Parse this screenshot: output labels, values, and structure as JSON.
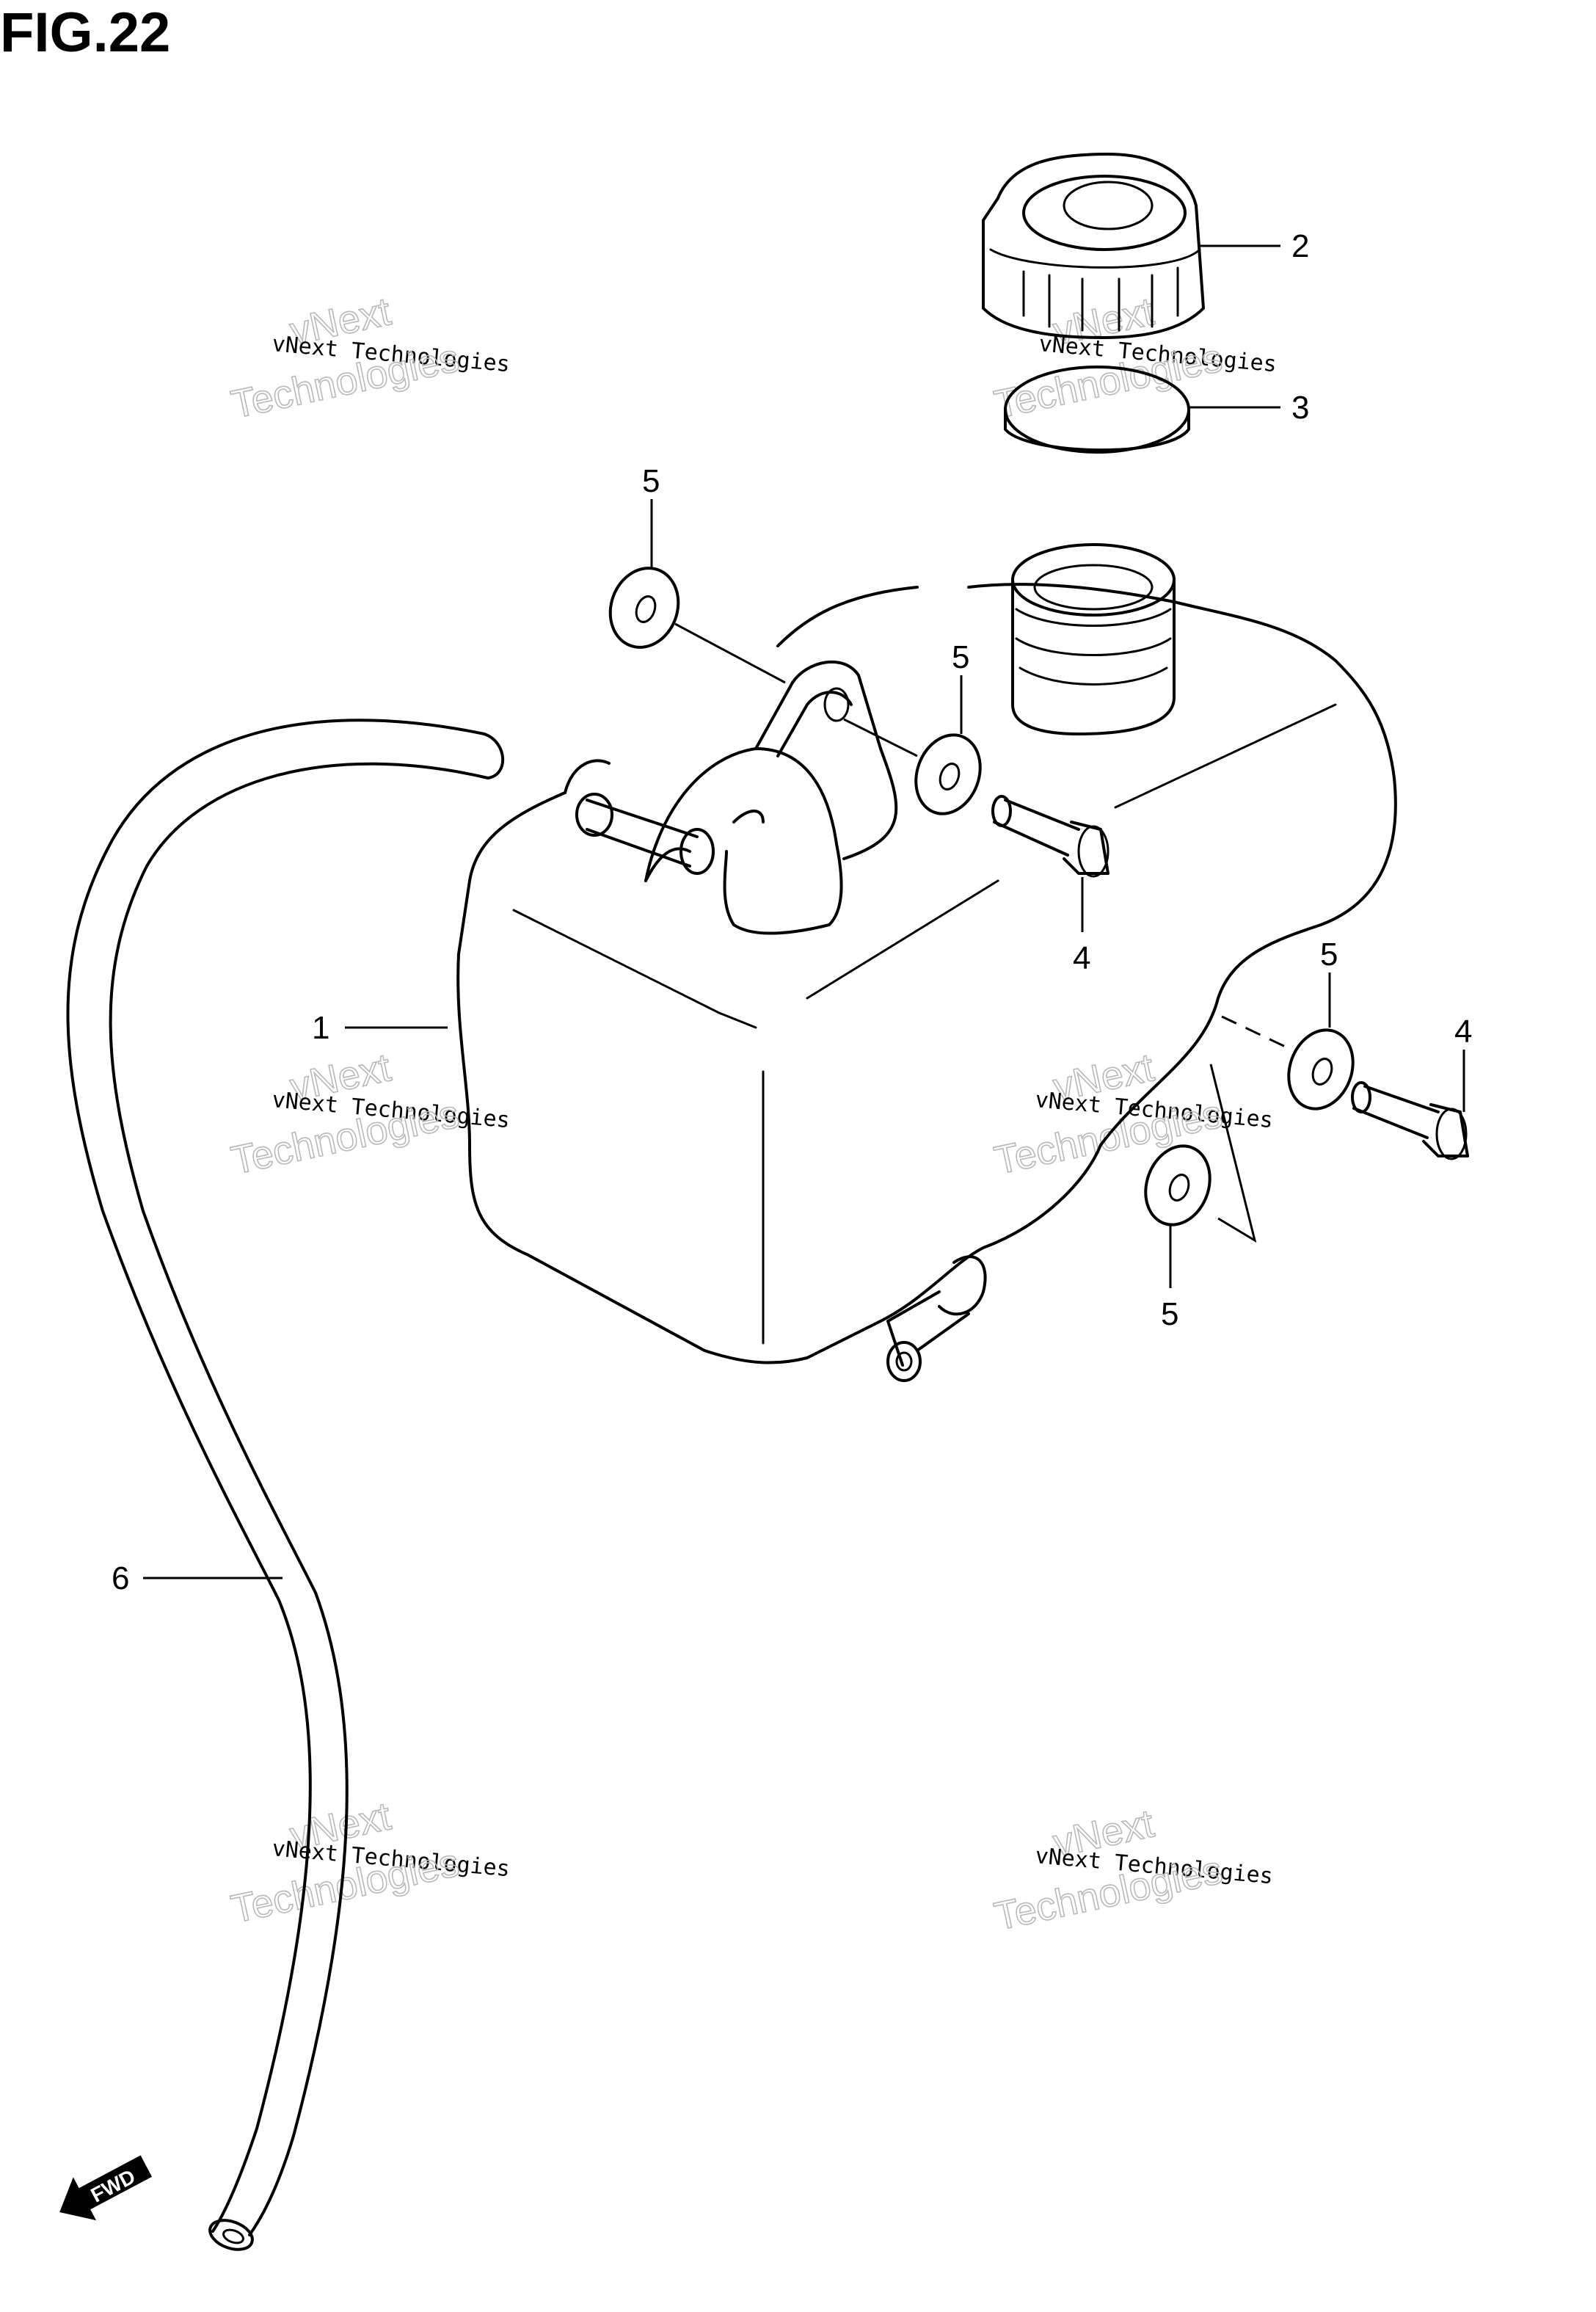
{
  "figure": {
    "title": "FIG.22"
  },
  "callouts": {
    "tank": "1",
    "cap": "2",
    "gasket": "3",
    "bolt_upper": "4",
    "bolt_right": "4",
    "washer_top_left": "5",
    "washer_top_mid": "5",
    "washer_right": "5",
    "washer_lower": "5",
    "hose": "6"
  },
  "watermark": {
    "brand": "vNext",
    "company": "vNext Technologies",
    "word": "Technologies"
  },
  "direction_marker": {
    "label": "FWD"
  }
}
